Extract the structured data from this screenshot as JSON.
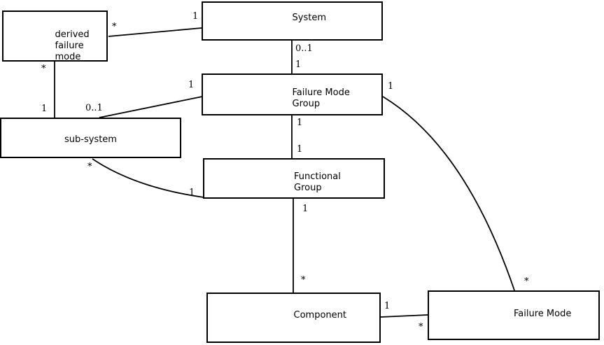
{
  "diagram": {
    "background_color": "#ffffff",
    "box_fill_color": "#ffffff",
    "line_color": "#000000",
    "text_color": "#000000",
    "nodes": {
      "derived_failure_mode": {
        "line1": "derived",
        "line2": "failure",
        "line3": "mode"
      },
      "system": {
        "label": "System"
      },
      "failure_mode_group": {
        "line1": "Failure Mode",
        "line2": "Group"
      },
      "sub_system": {
        "label": "sub-system"
      },
      "functional_group": {
        "line1": "Functional",
        "line2": "Group"
      },
      "component": {
        "label": "Component"
      },
      "failure_mode": {
        "label": "Failure Mode"
      }
    },
    "associations": [
      {
        "source": "System",
        "target": "derived failure mode",
        "source_mult": "1",
        "target_mult": "*"
      },
      {
        "source": "derived failure mode",
        "target": "sub-system",
        "source_mult": "*",
        "target_mult": "1"
      },
      {
        "source": "Failure Mode Group",
        "target": "sub-system",
        "source_mult": "1",
        "target_mult": "0..1"
      },
      {
        "source": "System",
        "target": "Failure Mode Group",
        "source_mult": "0..1",
        "target_mult": "1"
      },
      {
        "source": "Failure Mode Group",
        "target": "Functional Group",
        "source_mult": "1",
        "target_mult": "1"
      },
      {
        "source": "Functional Group",
        "target": "Component",
        "source_mult": "1",
        "target_mult": "*"
      },
      {
        "source": "Component",
        "target": "Failure Mode",
        "source_mult": "1",
        "target_mult": "*"
      },
      {
        "source": "Failure Mode Group",
        "target": "Failure Mode",
        "source_mult": "1",
        "target_mult": "*"
      },
      {
        "source": "sub-system",
        "target": "Functional Group",
        "source_mult": "*",
        "target_mult": "1"
      }
    ]
  }
}
